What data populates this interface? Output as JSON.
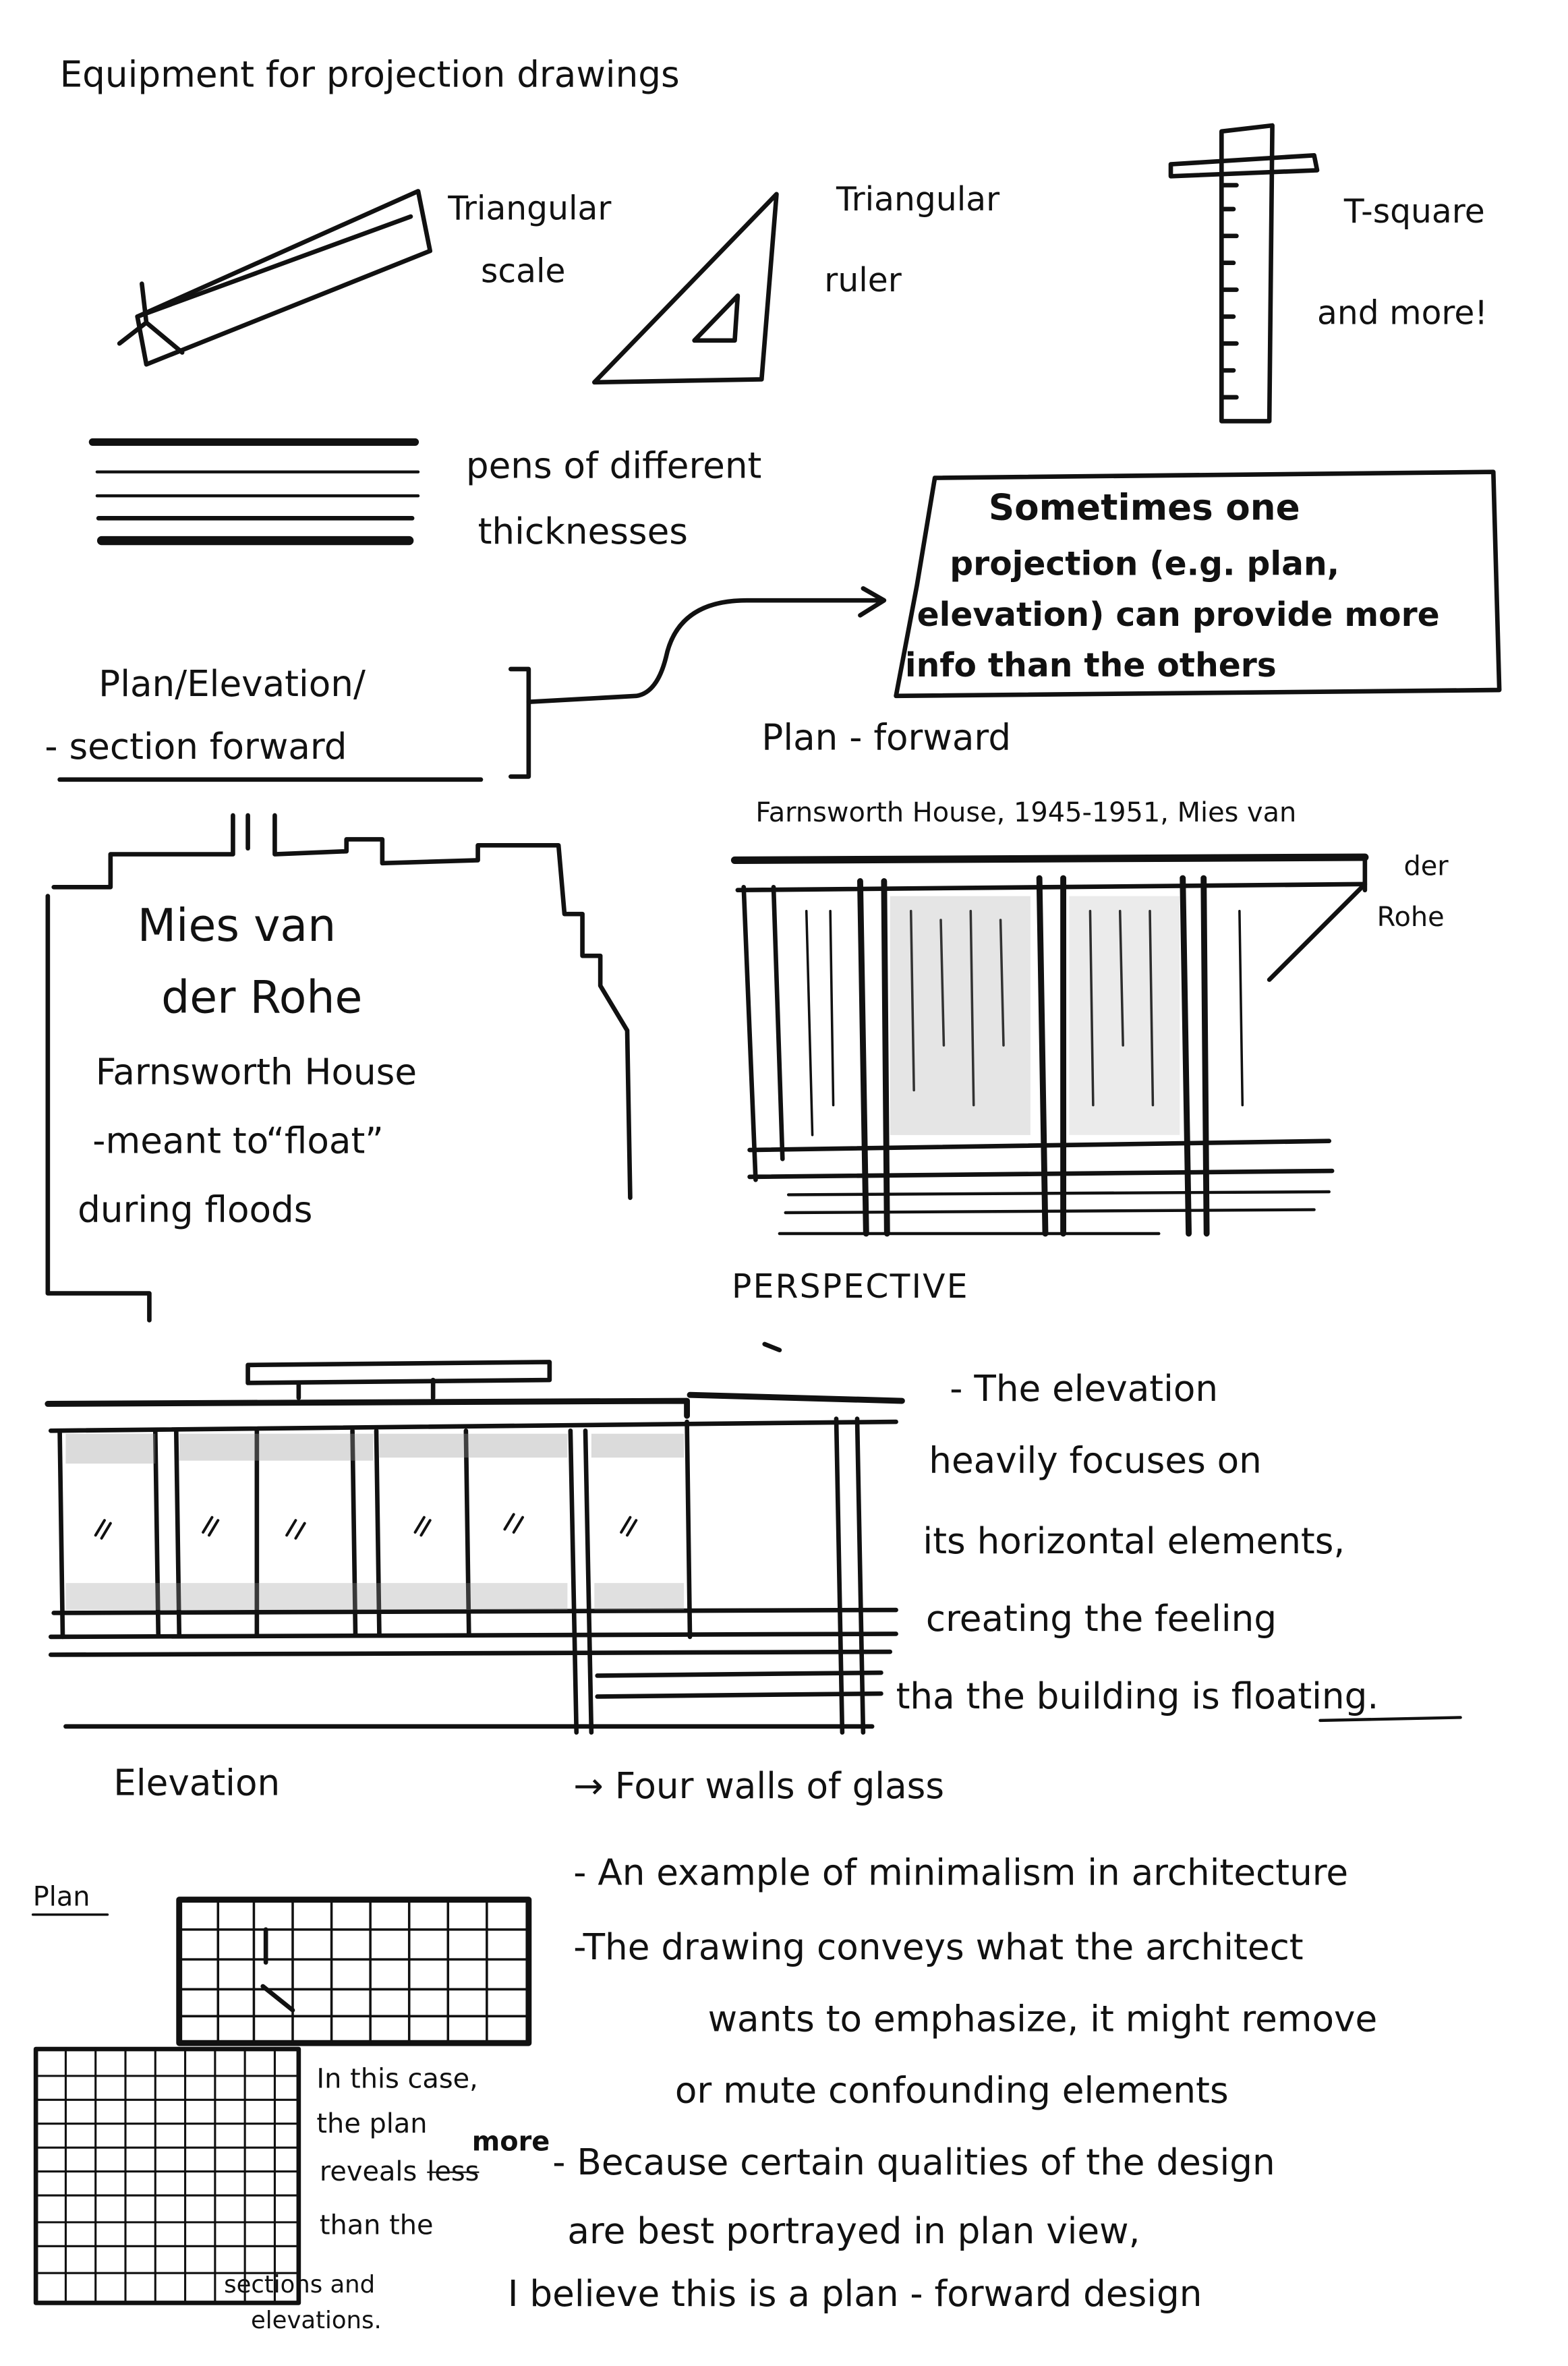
{
  "title": "Equipment for projection drawings",
  "equipment": {
    "triangular_scale": [
      "Triangular",
      "scale"
    ],
    "triangular_ruler": [
      "Triangular",
      "ruler"
    ],
    "t_square": [
      "T-square",
      "and more!"
    ],
    "pens": [
      "pens of different",
      "thicknesses"
    ]
  },
  "callout": [
    "Sometimes one",
    "projection (e.g. plan,",
    "elevation) can provide more",
    "info than the others"
  ],
  "forward_label": [
    "Plan/Elevation/",
    "- section forward"
  ],
  "plan_forward_label": "Plan - forward",
  "caption_top": [
    "Farnsworth House, 1945-1951, Mies van",
    "der",
    "Rohe"
  ],
  "mies_box": [
    "Mies van",
    "der Rohe",
    "Farnsworth House",
    "-meant to“float”",
    "during floods"
  ],
  "perspective_label": "PERSPECTIVE",
  "elevation_notes": [
    "- The elevation",
    "heavily focuses on",
    "its horizontal elements,",
    "creating the feeling",
    "tha the building is floating."
  ],
  "elevation_label": "Elevation",
  "plan_label": "Plan",
  "notes": [
    "→ Four walls of glass",
    "- An example of minimalism in architecture",
    "-The drawing conveys what the architect",
    "wants to emphasize, it might remove",
    "or mute confounding elements",
    "- Because certain qualities of the design",
    "are best portrayed in plan view,",
    "I believe this is a plan - forward design"
  ],
  "plan_note": [
    "In this case,",
    "the plan",
    "reveals",
    "more",
    "than the",
    "sections and",
    "elevations."
  ],
  "plan_note_struck": "less"
}
